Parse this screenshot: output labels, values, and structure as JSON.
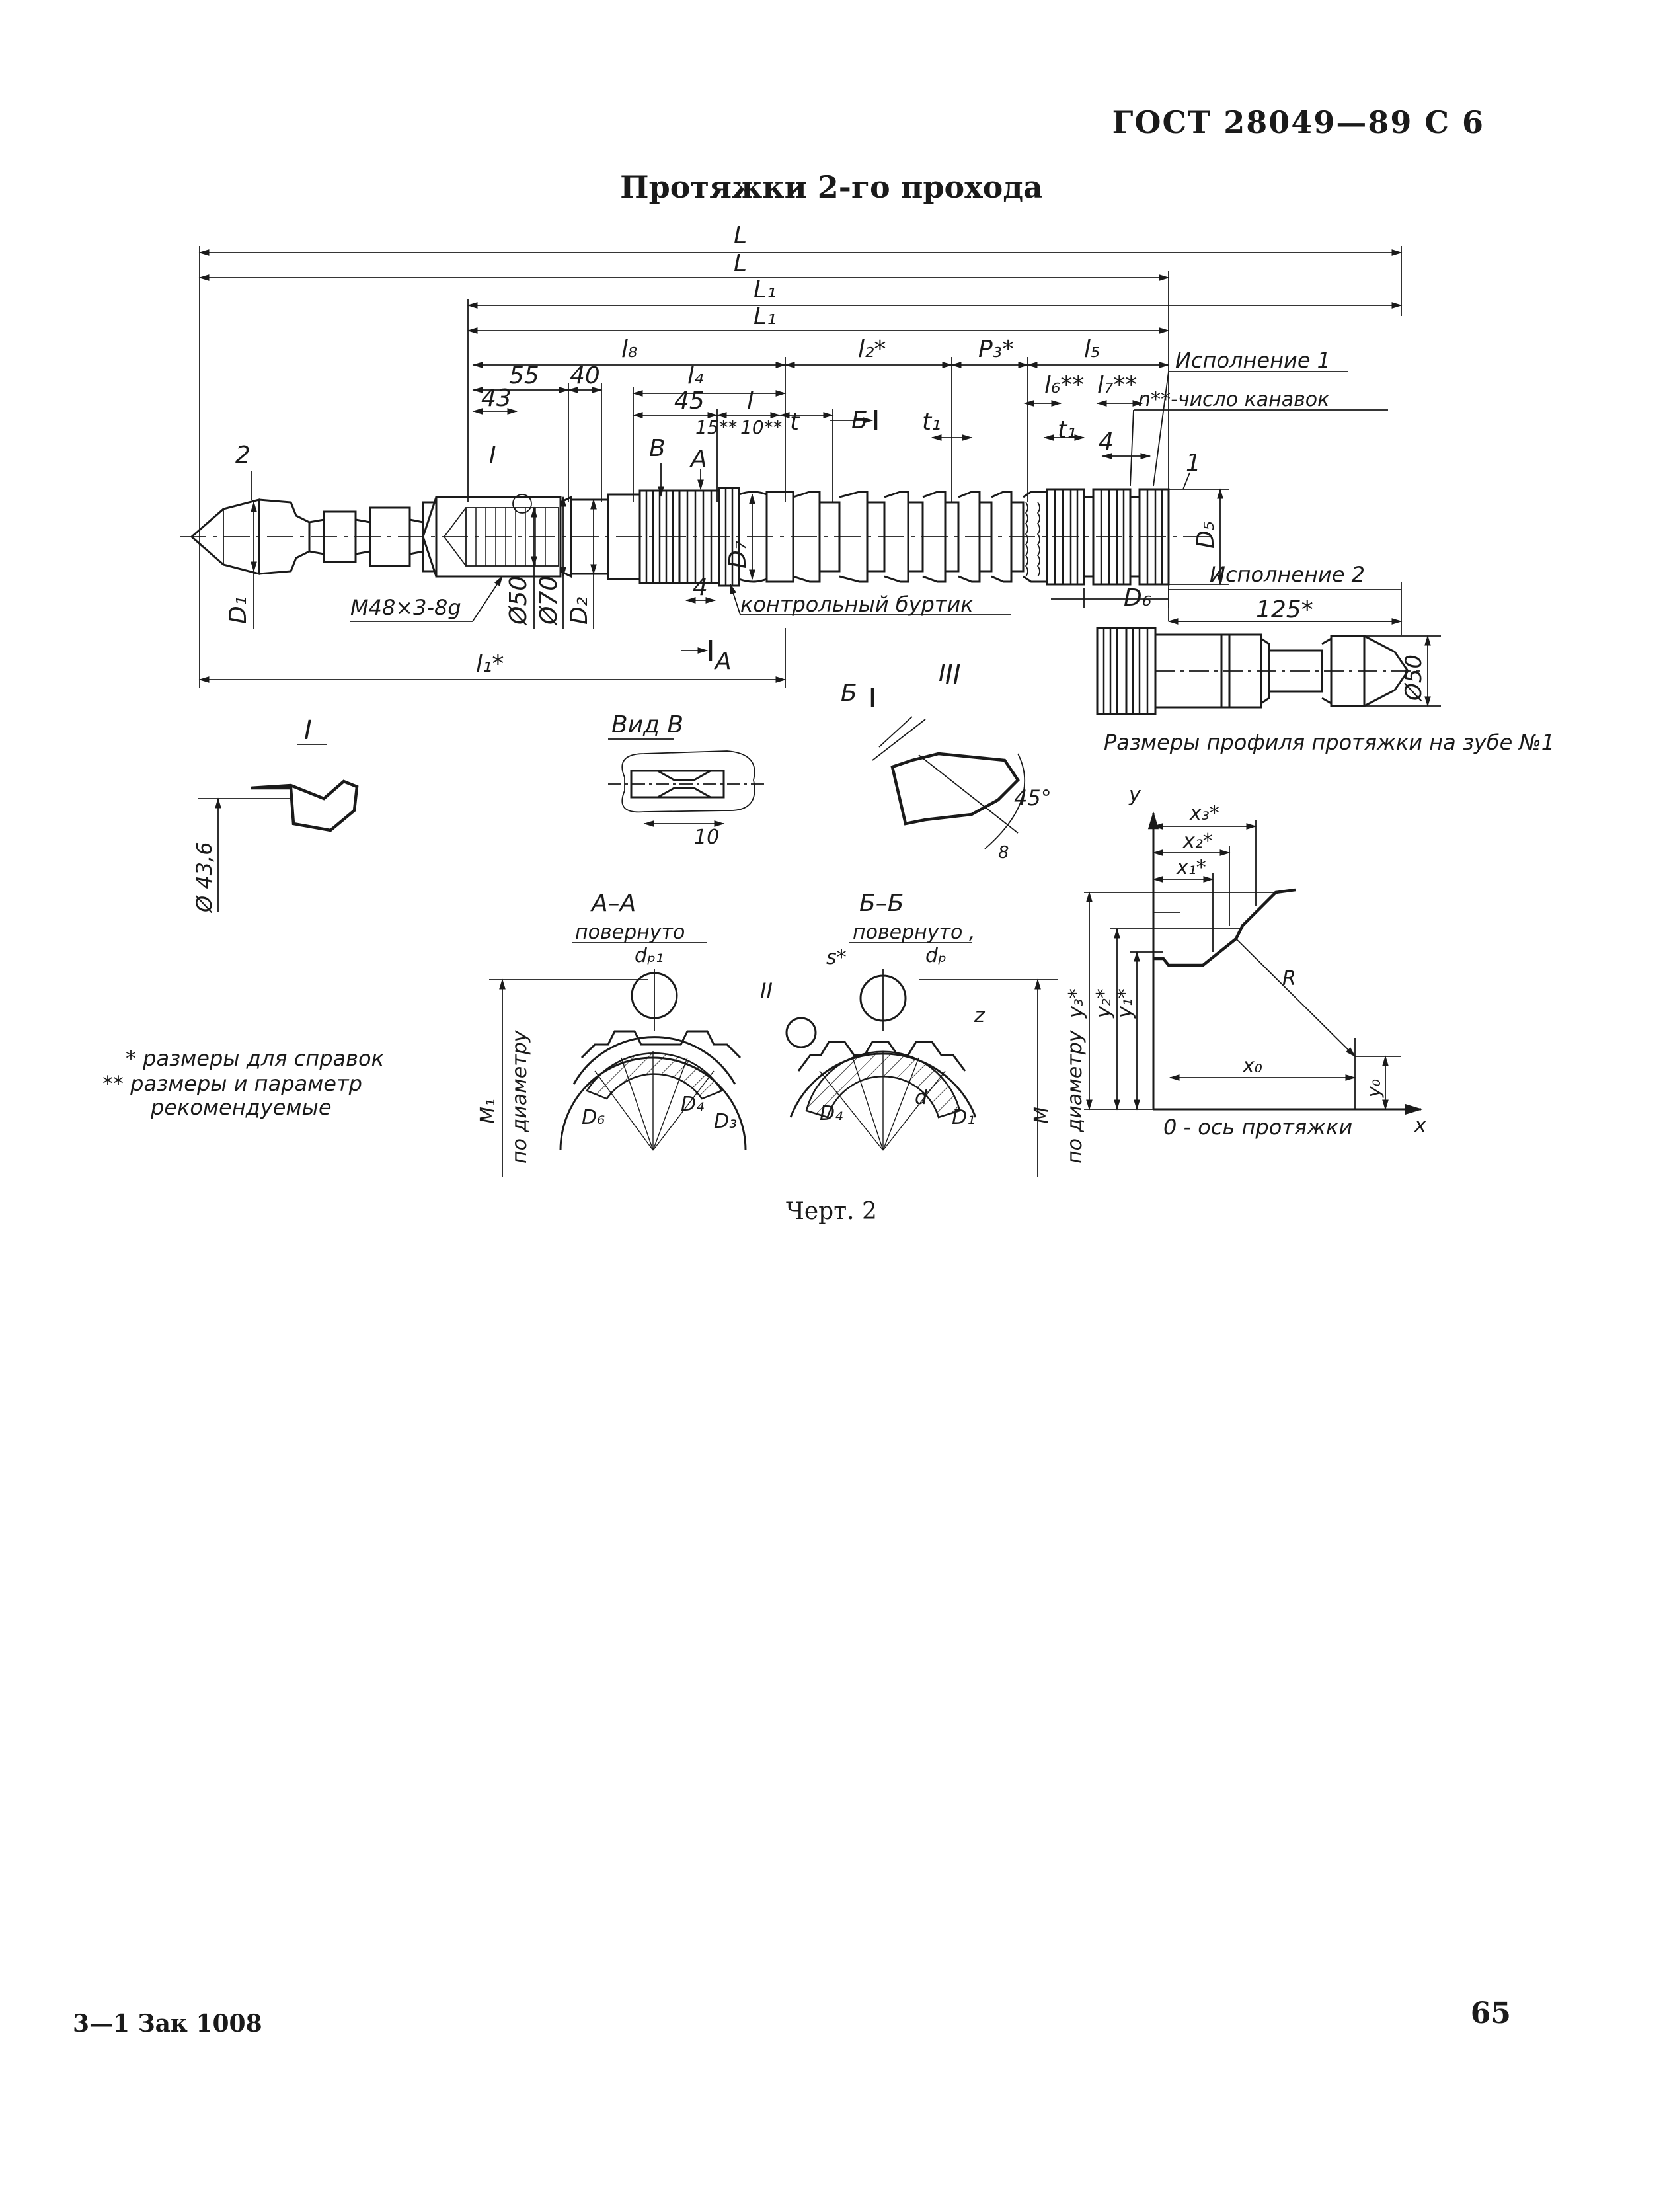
{
  "page": {
    "header": "ГОСТ 28049—89 С 6",
    "title": "Протяжки 2-го прохода",
    "caption": "Черт. 2",
    "footer_left": "3—1 Зак 1008",
    "page_number": "65"
  },
  "main_view": {
    "dims": {
      "L": "L",
      "L1": "L₁",
      "l8": "l₈",
      "l2": "l₂*",
      "p3": "P₃*",
      "l5": "l₅",
      "l4": "l₄",
      "d55": "55",
      "d40": "40",
      "d43": "43",
      "d45": "45",
      "l": "l",
      "d15": "15**",
      "d10": "10**",
      "t": "t",
      "t1a": "t₁",
      "t1b": "t₁",
      "l6": "l₆**",
      "l7": "l₇**",
      "d4a": "4",
      "d4b": "4",
      "l1": "l₁*",
      "D1": "D₁",
      "D2": "D₂",
      "D5": "D₅",
      "D6": "D₆",
      "D7": "D₇",
      "d50": "Ø50",
      "d70": "Ø70",
      "d50b": "Ø50",
      "d125": "125*"
    },
    "labels": {
      "thread": "M48×3-8g",
      "control_collar": "контрольный буртик",
      "variant1": "Исполнение 1",
      "variant2": "Исполнение 2",
      "grooves": "n**-число канавок",
      "profile_note": "Размеры профиля протяжки на зубе №1",
      "pos1": "1",
      "pos2": "2",
      "sec_I": "I",
      "sec_II": "II",
      "mark_A": "A",
      "mark_B": "Б",
      "mark_V": "B"
    }
  },
  "detail_I": {
    "label": "I",
    "dim": "Ø 43,6"
  },
  "view_V": {
    "label": "Вид В",
    "dim": "10"
  },
  "detail_II": {
    "label": "II",
    "angle": "45°",
    "dim": "8"
  },
  "section_AA": {
    "label": "А–А",
    "sub": "повернуто",
    "dp": "dₚ₁",
    "M": "M₁",
    "by_dia": "по диаметру",
    "D6": "D₆",
    "D4": "D₄",
    "D3": "D₃"
  },
  "section_BB": {
    "label": "Б–Б",
    "sub": "повернуто ,",
    "s": "s*",
    "dp": "dₚ",
    "z": "z",
    "M": "M",
    "by_dia": "по диаметру",
    "II": "II",
    "D4": "D₄",
    "d": "d",
    "D1": "D₁"
  },
  "profile_chart": {
    "y_axis": "y",
    "x_axis": "x",
    "axis_note": "0 - ось протяжки",
    "x3": "x₃*",
    "x2": "x₂*",
    "x1": "x₁*",
    "y3": "y₃*",
    "y2": "y₂*",
    "y1": "y₁*",
    "R": "R",
    "x0": "x₀",
    "y0": "y₀"
  },
  "notes": {
    "n1": "* размеры для справок",
    "n2": "** размеры и параметр",
    "n3": "рекомендуемые"
  }
}
